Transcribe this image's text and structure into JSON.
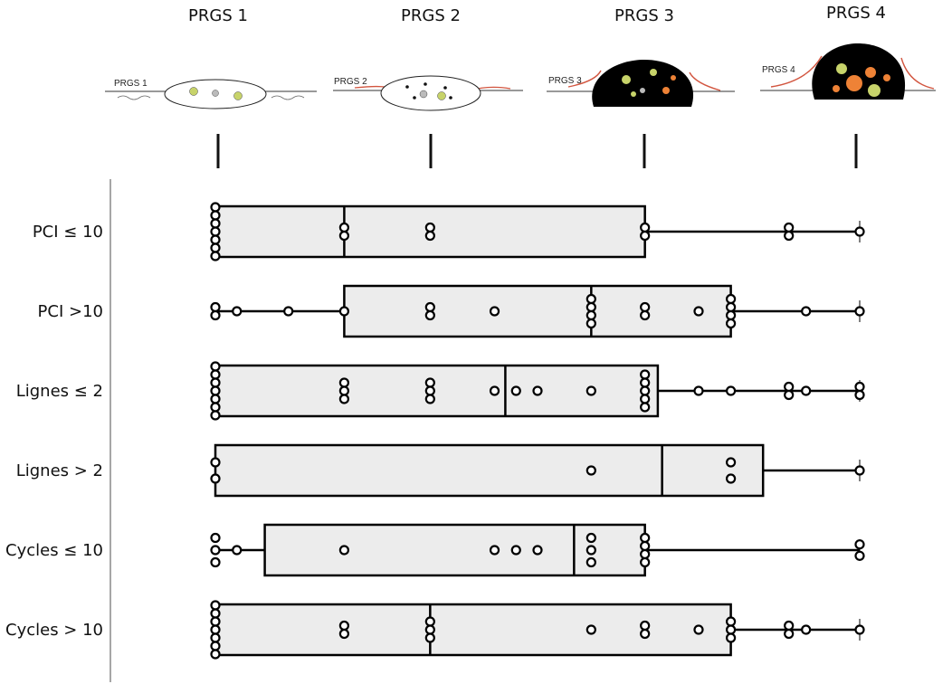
{
  "chart_data": {
    "type": "boxplot",
    "x_categories": [
      "PRGS 1",
      "PRGS 2",
      "PRGS 3",
      "PRGS 4"
    ],
    "x_range": [
      1,
      4
    ],
    "illustration_labels": [
      "PRGS 1",
      "PRGS 2",
      "PRGS 3",
      "PRGS 4"
    ],
    "groups": [
      {
        "label": "PCI ≤ 10",
        "whisker_low": 1,
        "q1": 1,
        "median": 1.6,
        "q3": 3,
        "whisker_high": 4,
        "points": [
          [
            1,
            -3
          ],
          [
            1,
            -2
          ],
          [
            1,
            -1
          ],
          [
            1,
            0
          ],
          [
            1,
            1
          ],
          [
            1,
            2
          ],
          [
            1,
            3
          ],
          [
            1.6,
            -0.5
          ],
          [
            1.6,
            0.5
          ],
          [
            2,
            -0.5
          ],
          [
            2,
            0.5
          ],
          [
            3,
            -0.5
          ],
          [
            3,
            0.5
          ],
          [
            3.67,
            -0.5
          ],
          [
            3.67,
            0.5
          ],
          [
            4,
            0
          ]
        ]
      },
      {
        "label": "PCI >10",
        "whisker_low": 1,
        "q1": 1.6,
        "median": 2.75,
        "q3": 3.4,
        "whisker_high": 4,
        "points": [
          [
            1,
            -0.5
          ],
          [
            1,
            0.5
          ],
          [
            1.1,
            0
          ],
          [
            1.34,
            0
          ],
          [
            1.6,
            0
          ],
          [
            2,
            -0.5
          ],
          [
            2,
            0.5
          ],
          [
            2.3,
            0
          ],
          [
            2.75,
            -1.5
          ],
          [
            2.75,
            -0.5
          ],
          [
            2.75,
            0.5
          ],
          [
            2.75,
            1.5
          ],
          [
            3,
            -0.5
          ],
          [
            3,
            0.5
          ],
          [
            3.25,
            0
          ],
          [
            3.4,
            -1.5
          ],
          [
            3.4,
            -0.5
          ],
          [
            3.4,
            0.5
          ],
          [
            3.4,
            1.5
          ],
          [
            3.75,
            0
          ],
          [
            4,
            0
          ]
        ]
      },
      {
        "label": "Lignes ≤ 2",
        "whisker_low": 1,
        "q1": 1,
        "median": 2.35,
        "q3": 3.06,
        "whisker_high": 4,
        "points": [
          [
            1,
            -3
          ],
          [
            1,
            -2
          ],
          [
            1,
            -1
          ],
          [
            1,
            0
          ],
          [
            1,
            1
          ],
          [
            1,
            2
          ],
          [
            1,
            3
          ],
          [
            1.6,
            -1
          ],
          [
            1.6,
            0
          ],
          [
            1.6,
            1
          ],
          [
            2,
            -1
          ],
          [
            2,
            0
          ],
          [
            2,
            1
          ],
          [
            2.3,
            0
          ],
          [
            2.4,
            0
          ],
          [
            2.5,
            0
          ],
          [
            2.75,
            0
          ],
          [
            3,
            -2
          ],
          [
            3,
            -1
          ],
          [
            3,
            0
          ],
          [
            3,
            1
          ],
          [
            3,
            2
          ],
          [
            3.25,
            0
          ],
          [
            3.4,
            0
          ],
          [
            3.67,
            -0.5
          ],
          [
            3.67,
            0.5
          ],
          [
            3.75,
            0
          ],
          [
            4,
            -0.5
          ],
          [
            4,
            0.5
          ]
        ]
      },
      {
        "label": "Lignes > 2",
        "whisker_low": 1,
        "q1": 1,
        "median": 3.08,
        "q3": 3.55,
        "whisker_high": 4,
        "points": [
          [
            1,
            -1
          ],
          [
            1,
            1
          ],
          [
            2.75,
            0
          ],
          [
            3.4,
            -1
          ],
          [
            3.4,
            1
          ],
          [
            4,
            0
          ]
        ]
      },
      {
        "label": "Cycles ≤ 10",
        "whisker_low": 1,
        "q1": 1.23,
        "median": 2.67,
        "q3": 3,
        "whisker_high": 4,
        "points": [
          [
            1,
            -1.5
          ],
          [
            1,
            0
          ],
          [
            1,
            1.5
          ],
          [
            1.1,
            0
          ],
          [
            1.6,
            0
          ],
          [
            2.3,
            0
          ],
          [
            2.4,
            0
          ],
          [
            2.5,
            0
          ],
          [
            2.75,
            -1.5
          ],
          [
            2.75,
            0
          ],
          [
            2.75,
            1.5
          ],
          [
            3,
            -1.5
          ],
          [
            3,
            -0.5
          ],
          [
            3,
            0.5
          ],
          [
            3,
            1.5
          ],
          [
            4,
            -0.7
          ],
          [
            4,
            0.7
          ]
        ]
      },
      {
        "label": "Cycles > 10",
        "whisker_low": 1,
        "q1": 1,
        "median": 2,
        "q3": 3.4,
        "whisker_high": 4,
        "points": [
          [
            1,
            -3
          ],
          [
            1,
            -2
          ],
          [
            1,
            -1
          ],
          [
            1,
            0
          ],
          [
            1,
            1
          ],
          [
            1,
            2
          ],
          [
            1,
            3
          ],
          [
            1.6,
            -0.5
          ],
          [
            1.6,
            0.5
          ],
          [
            2,
            -1
          ],
          [
            2,
            0
          ],
          [
            2,
            1
          ],
          [
            2.75,
            0
          ],
          [
            3,
            -0.5
          ],
          [
            3,
            0.5
          ],
          [
            3.25,
            0
          ],
          [
            3.4,
            -1
          ],
          [
            3.4,
            0
          ],
          [
            3.4,
            1
          ],
          [
            3.67,
            -0.5
          ],
          [
            3.67,
            0.5
          ],
          [
            3.75,
            0
          ],
          [
            4,
            0
          ]
        ]
      }
    ],
    "grid": false,
    "legend": "none",
    "colors": {
      "box_fill": "#ececec",
      "stroke": "#000000",
      "point_fill": "#ffffff",
      "axis_line": "#888888"
    }
  }
}
